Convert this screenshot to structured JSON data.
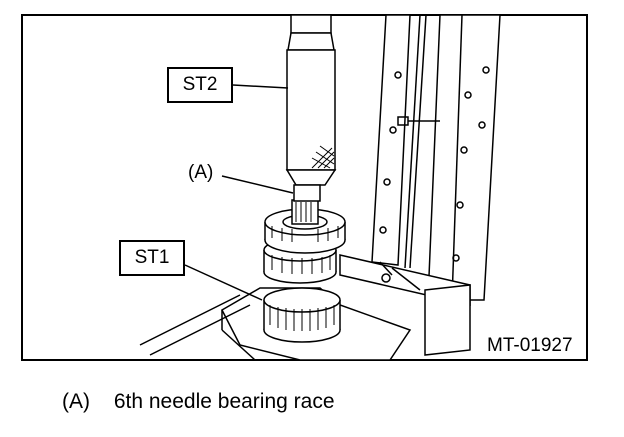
{
  "figure": {
    "labels": {
      "st2": "ST2",
      "st1": "ST1",
      "a": "(A)"
    },
    "figure_id": "MT-01927"
  },
  "legend": {
    "key": "(A)",
    "text": "6th needle bearing race"
  }
}
